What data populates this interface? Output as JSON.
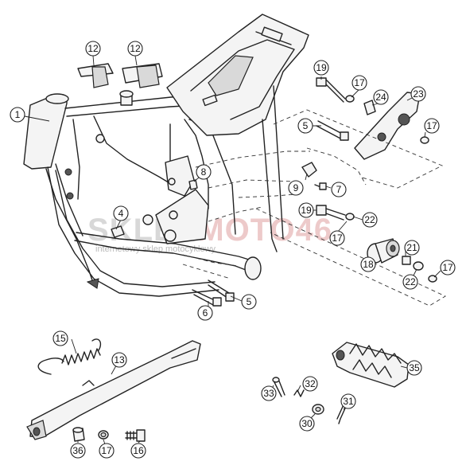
{
  "watermark": {
    "brand_part1": "SKLEP",
    "brand_part2": "MOTO",
    "brand_part3": "46",
    "tagline": "internetowy sklep motocyklowy"
  },
  "callouts": [
    {
      "id": "c1",
      "label": "1"
    },
    {
      "id": "c12a",
      "label": "12"
    },
    {
      "id": "c12b",
      "label": "12"
    },
    {
      "id": "c4",
      "label": "4"
    },
    {
      "id": "c8",
      "label": "8"
    },
    {
      "id": "c6",
      "label": "6"
    },
    {
      "id": "c5a",
      "label": "5"
    },
    {
      "id": "c5b",
      "label": "5"
    },
    {
      "id": "c19a",
      "label": "19"
    },
    {
      "id": "c17a",
      "label": "17"
    },
    {
      "id": "c24",
      "label": "24"
    },
    {
      "id": "c23",
      "label": "23"
    },
    {
      "id": "c17b",
      "label": "17"
    },
    {
      "id": "c9",
      "label": "9"
    },
    {
      "id": "c7",
      "label": "7"
    },
    {
      "id": "c19b",
      "label": "19"
    },
    {
      "id": "c22a",
      "label": "22"
    },
    {
      "id": "c17c",
      "label": "17"
    },
    {
      "id": "c21",
      "label": "21"
    },
    {
      "id": "c18",
      "label": "18"
    },
    {
      "id": "c22b",
      "label": "22"
    },
    {
      "id": "c17d",
      "label": "17"
    },
    {
      "id": "c15",
      "label": "15"
    },
    {
      "id": "c13",
      "label": "13"
    },
    {
      "id": "c36",
      "label": "36"
    },
    {
      "id": "c17e",
      "label": "17"
    },
    {
      "id": "c16",
      "label": "16"
    },
    {
      "id": "c35",
      "label": "35"
    },
    {
      "id": "c32",
      "label": "32"
    },
    {
      "id": "c33",
      "label": "33"
    },
    {
      "id": "c31",
      "label": "31"
    },
    {
      "id": "c30",
      "label": "30"
    }
  ]
}
